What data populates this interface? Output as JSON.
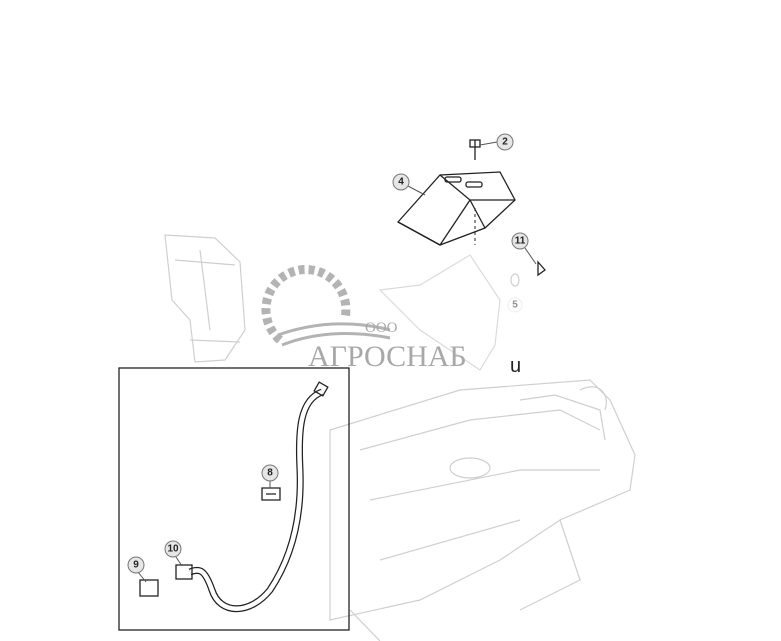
{
  "callouts": {
    "c2": "2",
    "c4": "4",
    "c11": "11",
    "c5": "5",
    "c8": "8",
    "c9": "9",
    "c10": "10"
  },
  "watermark": {
    "prefix": "ООО",
    "name": "АГРОСНАБ",
    "suffix": "u"
  },
  "colors": {
    "line": "#222222",
    "ghost": "#cfcfcf",
    "callout_fill": "#e6e6e6",
    "watermark": "#8c8c8c"
  }
}
